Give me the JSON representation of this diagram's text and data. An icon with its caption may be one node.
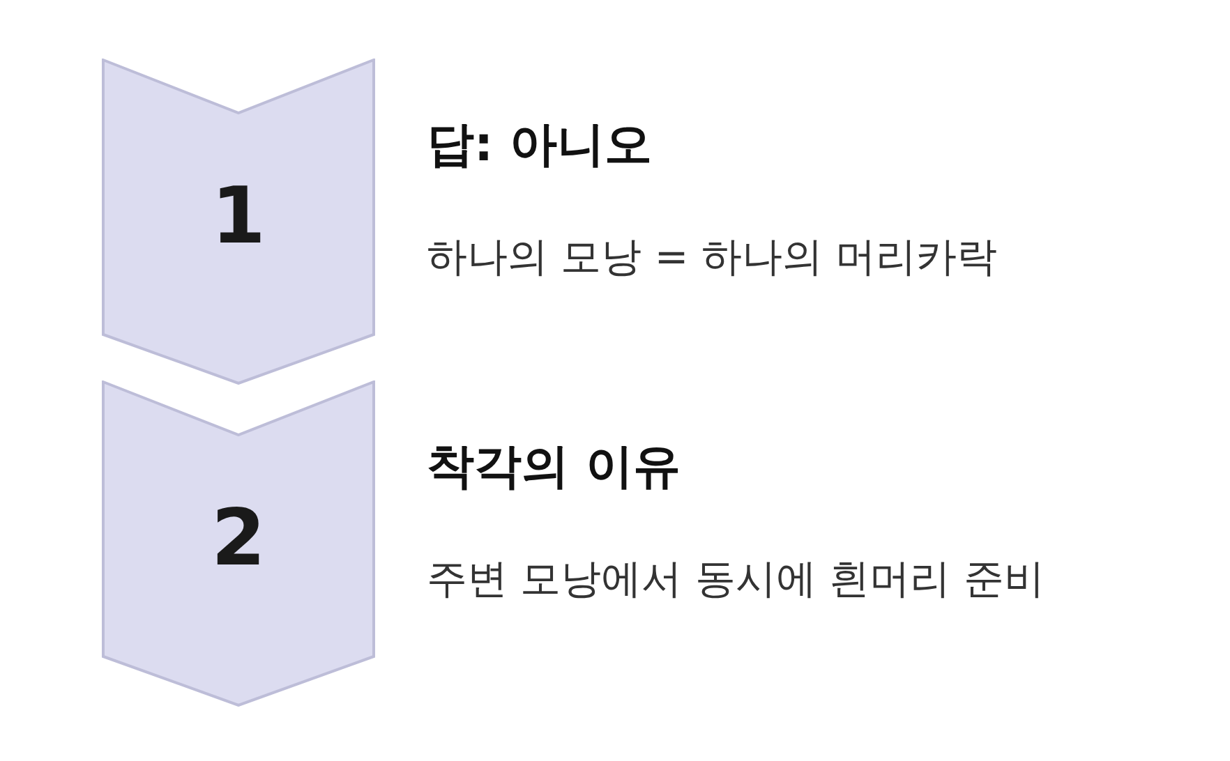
{
  "diagram": {
    "nodes": [
      {
        "text": [
          "1"
        ],
        "beside": [
          "답: 아니오",
          "하나의 모낭 = 하나의 머리카락"
        ]
      },
      {
        "text": [
          "2"
        ],
        "beside": [
          "착각의 이유",
          "주변 모낭에서 동시에 흰머리 준비"
        ]
      }
    ]
  }
}
